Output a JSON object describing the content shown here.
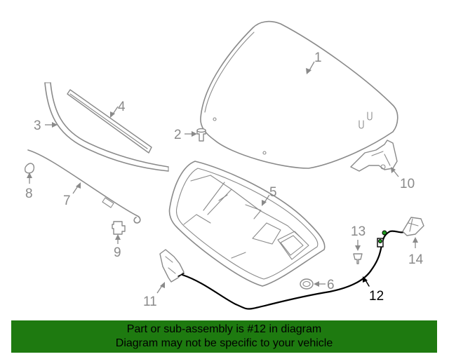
{
  "callouts": {
    "c1": "1",
    "c2": "2",
    "c3": "3",
    "c4": "4",
    "c5": "5",
    "c6": "6",
    "c7": "7",
    "c8": "8",
    "c9": "9",
    "c10": "10",
    "c11": "11",
    "c12": "12",
    "c13": "13",
    "c14": "14"
  },
  "highlighted_part": "12",
  "colors": {
    "line_gray": "#8a8a8a",
    "highlight": "#000000",
    "banner_bg": "#1e7a10",
    "connector": "#1f9a1f"
  },
  "banner": {
    "line1": "Part or sub-assembly is #12 in diagram",
    "line2": "Diagram may not be specific to your vehicle"
  }
}
